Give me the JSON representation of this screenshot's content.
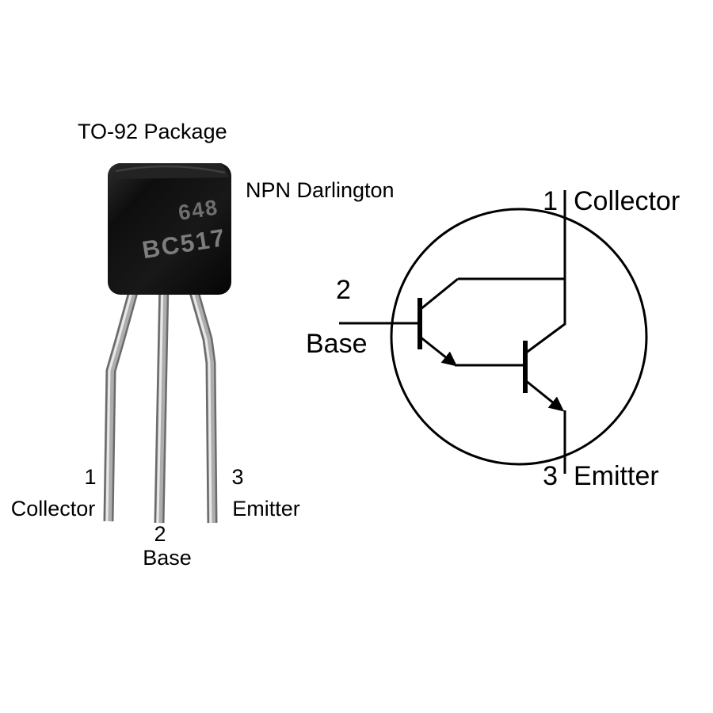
{
  "figure": {
    "background": "#ffffff",
    "line_color": "#000000"
  },
  "left": {
    "title": "TO-92 Package",
    "marking_line1": "648",
    "marking_line2": "BC517",
    "marking_color": "#7a7a7a",
    "body_color": "#101010",
    "lead_color": "#9a9a9a",
    "pins": [
      {
        "number": "1",
        "name": "Collector"
      },
      {
        "number": "2",
        "name": "Base"
      },
      {
        "number": "3",
        "name": "Emitter"
      }
    ]
  },
  "schematic": {
    "subtitle": "NPN Darlington",
    "labels": {
      "collector_number": "1",
      "collector_name": "Collector",
      "base_number": "2",
      "base_name": "Base",
      "emitter_number": "3",
      "emitter_name": "Emitter"
    }
  }
}
